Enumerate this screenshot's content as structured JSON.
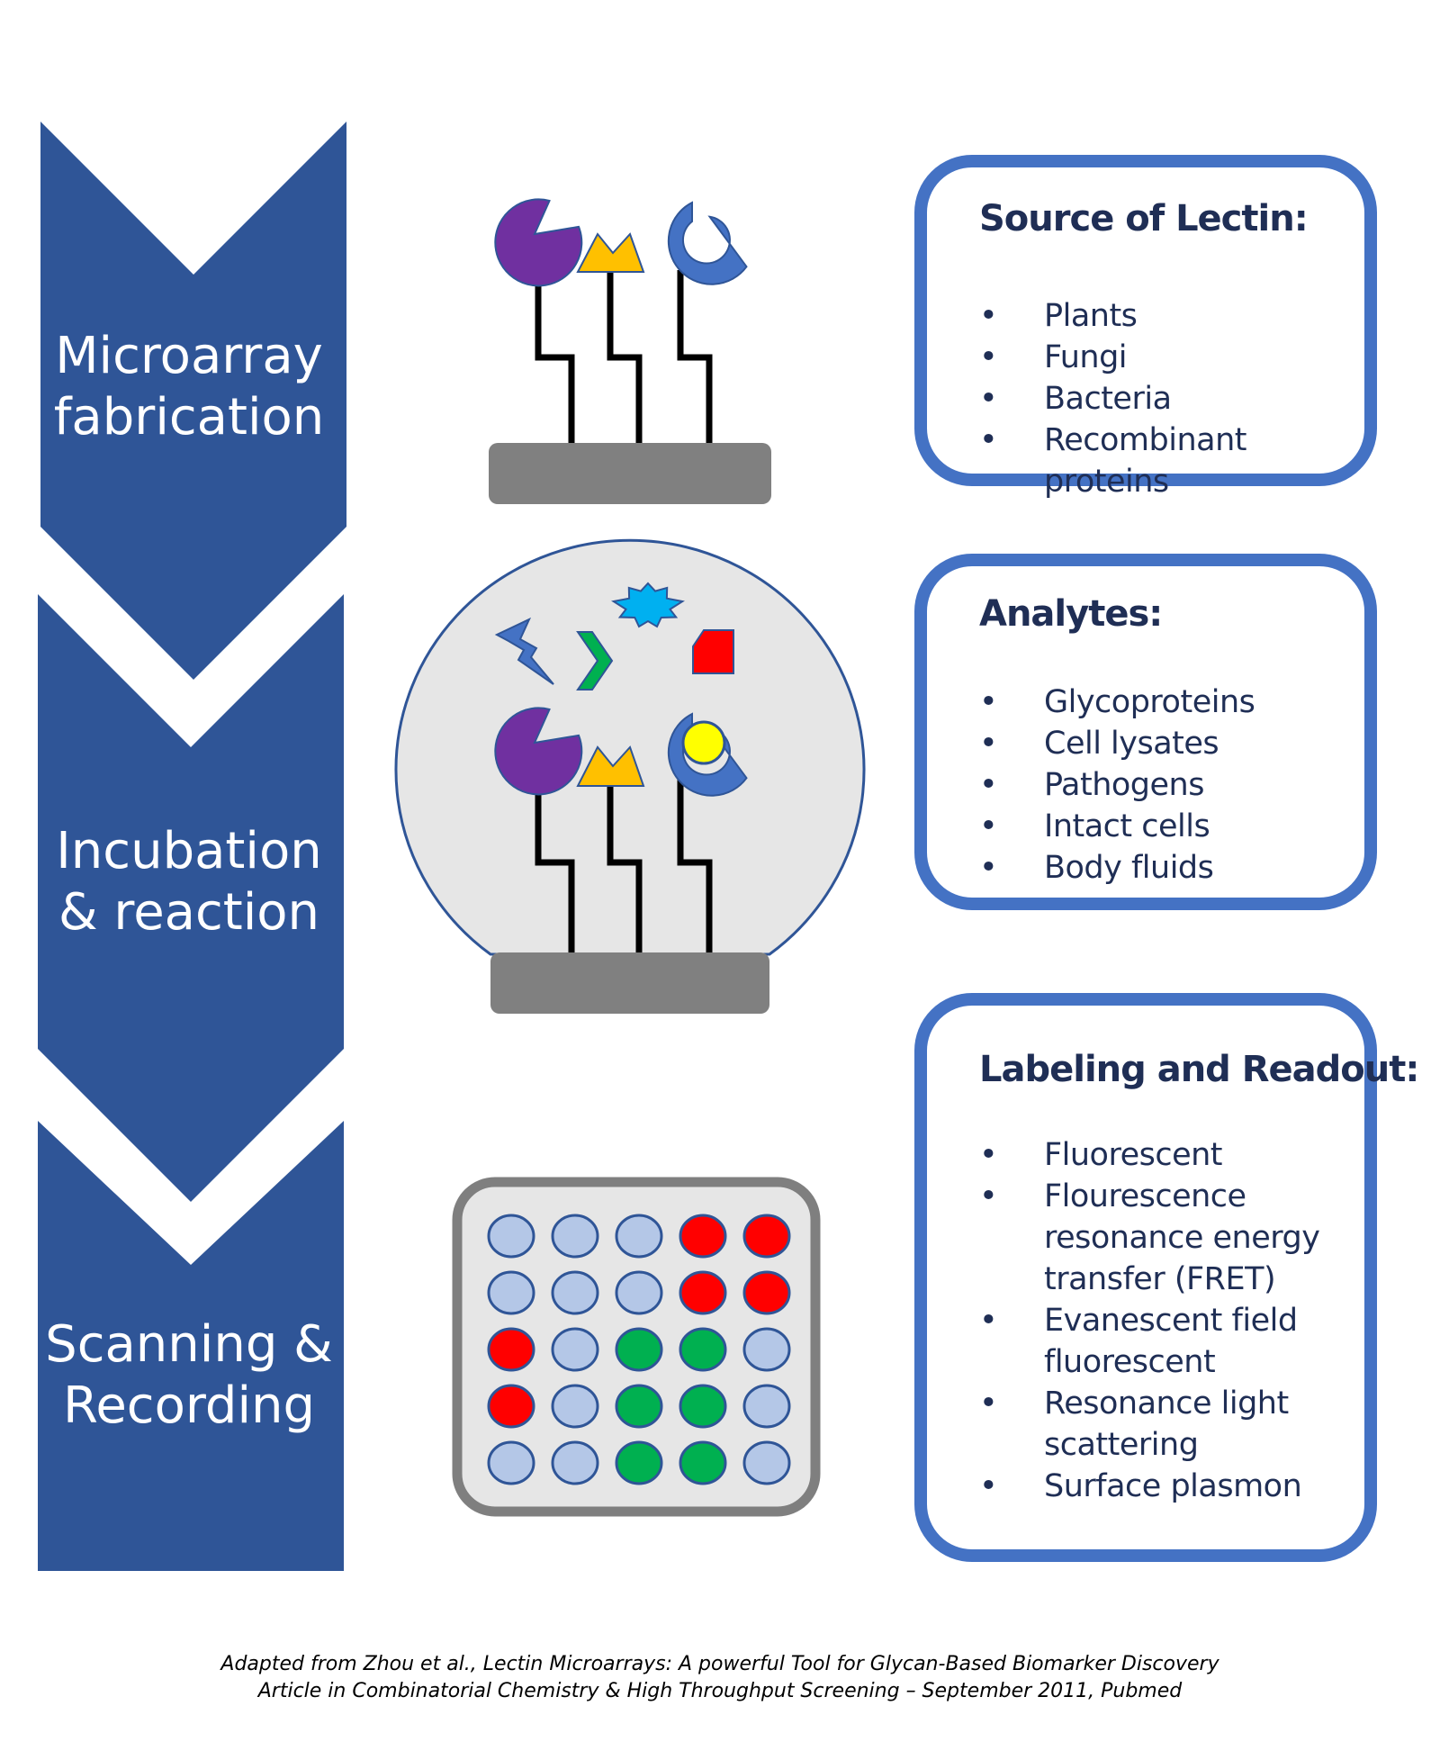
{
  "steps": [
    {
      "line1": "Microarray",
      "line2": "fabrication"
    },
    {
      "line1": "Incubation",
      "line2": "& reaction"
    },
    {
      "line1": "Scanning &",
      "line2": "Recording"
    }
  ],
  "boxes": {
    "source": {
      "title": "Source of Lectin:",
      "items": [
        "Plants",
        "Fungi",
        "Bacteria",
        "Recombinant proteins"
      ]
    },
    "analytes": {
      "title": "Analytes:",
      "items": [
        "Glycoproteins",
        "Cell lysates",
        "Pathogens",
        "Intact cells",
        "Body fluids"
      ]
    },
    "labeling": {
      "title": "Labeling and Readout:",
      "items": [
        {
          "line1": "Fluorescent"
        },
        {
          "line1": "Flourescence",
          "line2": "resonance energy",
          "line3": "transfer (FRET)"
        },
        {
          "line1": "Evanescent field",
          "line2": "fluorescent"
        },
        {
          "line1": "Resonance light",
          "line2": "scattering"
        },
        {
          "line1": "Surface plasmon"
        }
      ]
    },
    "bullet": "•"
  },
  "caption": {
    "line1": "Adapted from Zhou et al., Lectin Microarrays: A powerful Tool for Glycan-Based Biomarker Discovery",
    "line2": "Article in Combinatorial Chemistry & High Throughput Screening – September 2011, Pubmed"
  },
  "colors": {
    "chevron": "#2f5597",
    "box_border": "#4472c4",
    "text_dark": "#1f2e55",
    "purple": "#7030a0",
    "gold": "#ffc000",
    "blue_lectin": "#4472c4",
    "substrate": "#808080",
    "bubble": "#e6e6e6",
    "spot_light": "#b4c7e7",
    "spot_red": "#ff0000",
    "spot_green": "#00b050"
  },
  "spot_grid": [
    [
      "light",
      "light",
      "light",
      "red",
      "red"
    ],
    [
      "light",
      "light",
      "light",
      "red",
      "red"
    ],
    [
      "red",
      "light",
      "green",
      "green",
      "light"
    ],
    [
      "red",
      "light",
      "green",
      "green",
      "light"
    ],
    [
      "light",
      "light",
      "green",
      "green",
      "light"
    ]
  ]
}
